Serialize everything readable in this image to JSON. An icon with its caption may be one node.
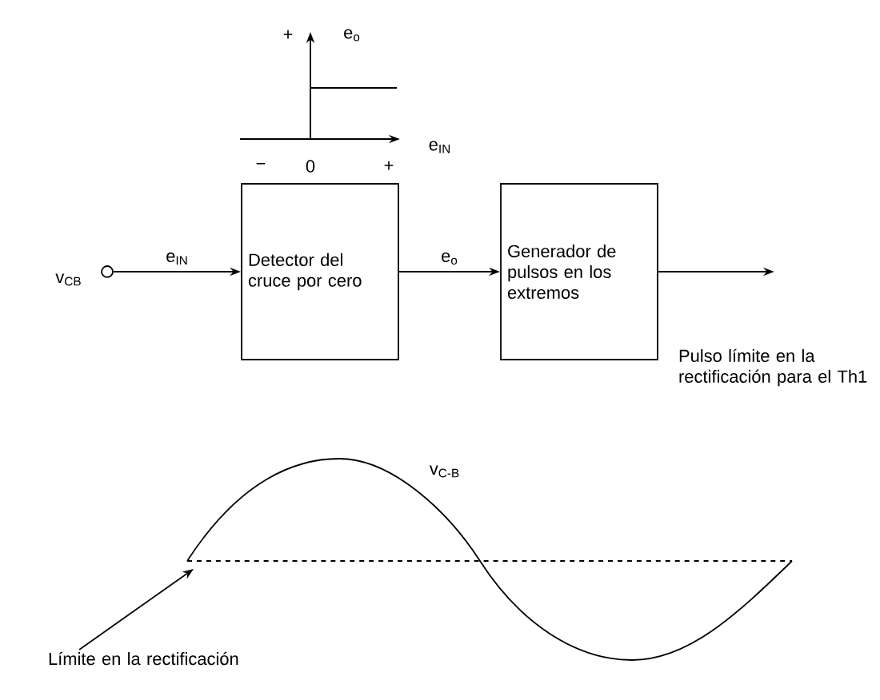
{
  "diagram": {
    "nodes": [
      {
        "text": [],
        "shape": "circle",
        "beside": [
          "v$_{CB}$"
        ]
      },
      {
        "text": [
          "Detector del cruce por cero"
        ]
      },
      {
        "text": [
          "Generador de pulsos en los extremos"
        ]
      },
      {
        "text": [
          "Pulso límite en la rectificación para el Th1"
        ]
      },
      {
        "text": [
          "Límite en la rectificación"
        ]
      }
    ],
    "edges": [
      {
        "from": 0,
        "to": 1,
        "arrow": "to",
        "label": "e$_{IN}$"
      },
      {
        "from": 1,
        "to": 2,
        "arrow": "to",
        "label": "e$_{o}$"
      },
      {
        "from": 2,
        "to": 3,
        "arrow": "to"
      },
      {
        "from": 4,
        "to": null,
        "arrow": "to"
      }
    ],
    "labels": [
      "+",
      "e$_{o}$",
      "e$_{IN}$",
      "−",
      "0",
      "+",
      "v$_{C-B}$"
    ]
  }
}
